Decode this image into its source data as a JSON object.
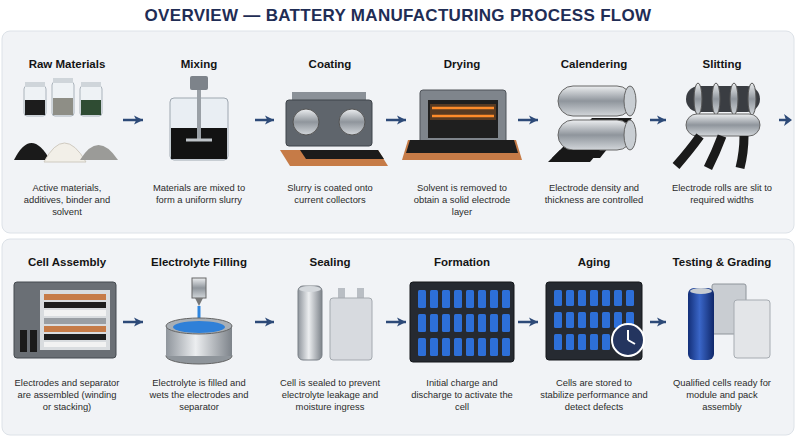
{
  "diagram": {
    "title": "OVERVIEW — BATTERY MANUFACTURING PROCESS FLOW",
    "nodes": [
      {
        "text": [
          "Raw Materials",
          "Active materials, additives, binder and solvent"
        ]
      },
      {
        "text": [
          "Mixing",
          "Materials are mixed to form a uniform slurry"
        ]
      },
      {
        "text": [
          "Coating",
          "Slurry is coated onto current collectors"
        ]
      },
      {
        "text": [
          "Drying",
          "Solvent is removed to obtain a solid electrode layer"
        ]
      },
      {
        "text": [
          "Calendering",
          "Electrode density and thickness are controlled"
        ]
      },
      {
        "text": [
          "Slitting",
          "Electrode rolls are slit to required widths"
        ]
      },
      {
        "text": [
          "Cell Assembly",
          "Electrodes and separator are assembled (winding or stacking)"
        ]
      },
      {
        "text": [
          "Electrolyte Filling",
          "Electrolyte is filled and wets the electrodes and separator"
        ]
      },
      {
        "text": [
          "Sealing",
          "Cell is sealed to prevent electrolyte leakage and moisture ingress"
        ]
      },
      {
        "text": [
          "Formation",
          "Initial charge and discharge to activate the cell"
        ]
      },
      {
        "text": [
          "Aging",
          "Cells are stored to stabilize performance and detect defects"
        ]
      },
      {
        "text": [
          "Testing & Grading",
          "Qualified cells ready for module and pack assembly"
        ]
      }
    ],
    "edges": [
      {
        "from": 0,
        "to": 1,
        "arrow": "to"
      },
      {
        "from": 1,
        "to": 2,
        "arrow": "to"
      },
      {
        "from": 2,
        "to": 3,
        "arrow": "to"
      },
      {
        "from": 3,
        "to": 4,
        "arrow": "to"
      },
      {
        "from": 4,
        "to": 5,
        "arrow": "to"
      },
      {
        "from": 6,
        "to": 7,
        "arrow": "to"
      },
      {
        "from": 7,
        "to": 8,
        "arrow": "to"
      },
      {
        "from": 8,
        "to": 9,
        "arrow": "to"
      },
      {
        "from": 9,
        "to": 10,
        "arrow": "to"
      },
      {
        "from": 10,
        "to": 11,
        "arrow": "to"
      }
    ]
  }
}
